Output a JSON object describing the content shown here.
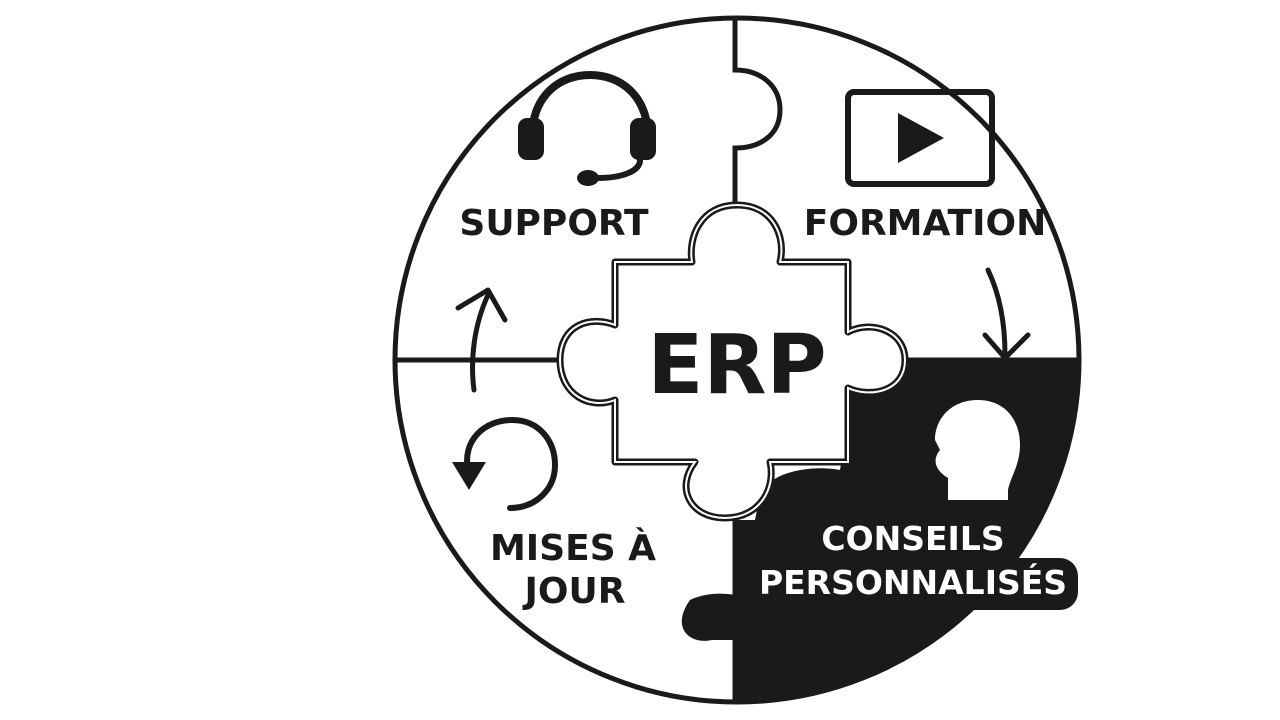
{
  "diagram": {
    "center": {
      "label": "ERP"
    },
    "quadrants": {
      "support": {
        "label": "SUPPORT",
        "icon": "headset-icon"
      },
      "formation": {
        "label": "FORMATION",
        "icon": "video-play-icon"
      },
      "updates": {
        "line1": "MISES À",
        "line2": "JOUR",
        "icon": "refresh-icon"
      },
      "advice": {
        "line1": "CONSEILS",
        "line2": "PERSONNALISÉS",
        "icon": "head-profile-icon"
      }
    },
    "colors": {
      "ink": "#1a1a1a",
      "paper": "#ffffff"
    }
  }
}
